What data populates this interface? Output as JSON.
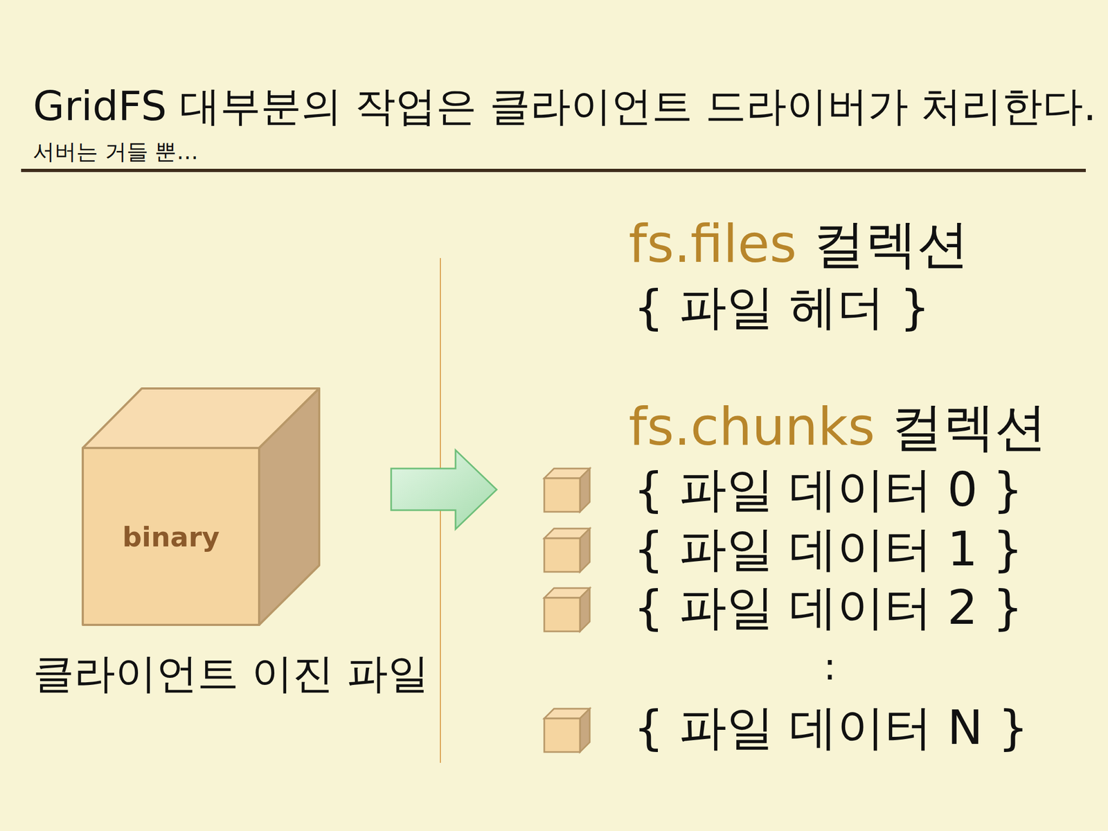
{
  "diagram": {
    "title": "GridFS 대부분의 작업은 클라이언트 드라이버가 처리한다.",
    "nodes": [
      {
        "text": [
          "binary",
          "클라이언트 이진 파일"
        ]
      }
    ],
    "labels": [
      "서버는 거들 뿐…",
      "fs.files",
      "컬렉션",
      "{ 파일 헤더 }",
      "fs.chunks",
      "컬렉션",
      "{ 파일 데이터 0 }",
      "{ 파일 데이터 1 }",
      "{ 파일 데이터 2 }",
      ":",
      "{ 파일 데이터 N }"
    ]
  }
}
